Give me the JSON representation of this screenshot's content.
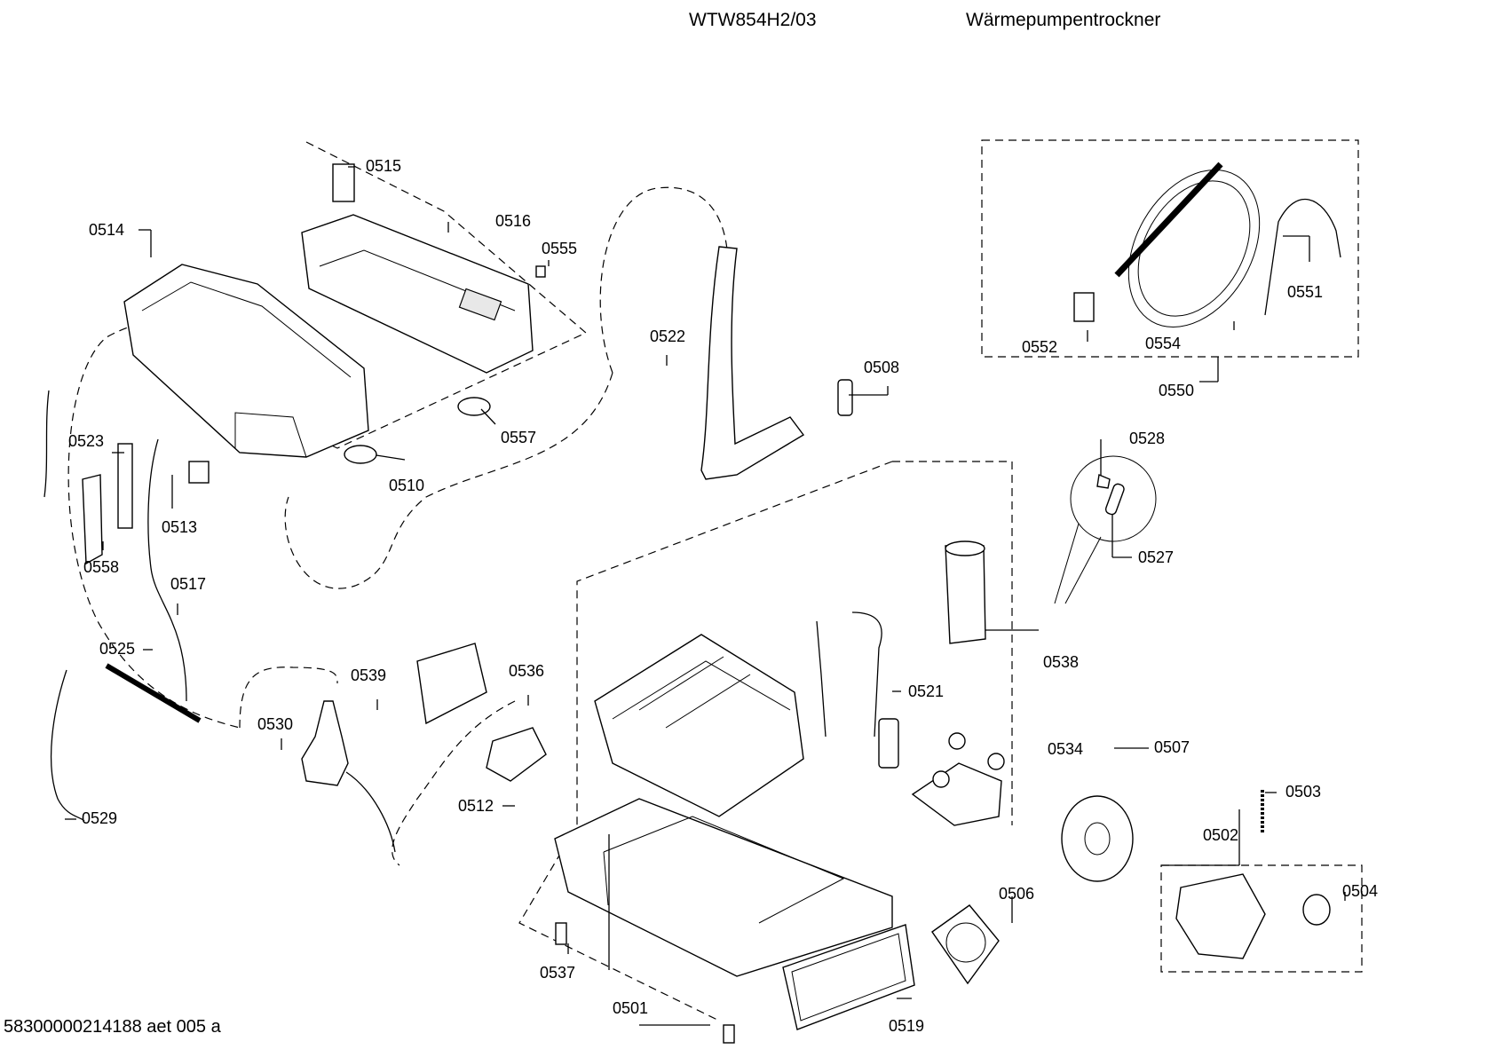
{
  "header": {
    "model": "WTW854H2/03",
    "description": "Wärmepumpentrockner"
  },
  "footer": {
    "document_id": "58300000214188 aet 005 a"
  },
  "parts": {
    "p0501": "0501",
    "p0502": "0502",
    "p0503": "0503",
    "p0504": "0504",
    "p0506": "0506",
    "p0507": "0507",
    "p0508": "0508",
    "p0510": "0510",
    "p0512": "0512",
    "p0513": "0513",
    "p0514": "0514",
    "p0515": "0515",
    "p0516": "0516",
    "p0517": "0517",
    "p0519": "0519",
    "p0521": "0521",
    "p0522": "0522",
    "p0523": "0523",
    "p0525": "0525",
    "p0527": "0527",
    "p0528": "0528",
    "p0529": "0529",
    "p0530": "0530",
    "p0534": "0534",
    "p0536": "0536",
    "p0537": "0537",
    "p0538": "0538",
    "p0539": "0539",
    "p0550": "0550",
    "p0551": "0551",
    "p0552": "0552",
    "p0554": "0554",
    "p0555": "0555",
    "p0557": "0557",
    "p0558": "0558"
  }
}
